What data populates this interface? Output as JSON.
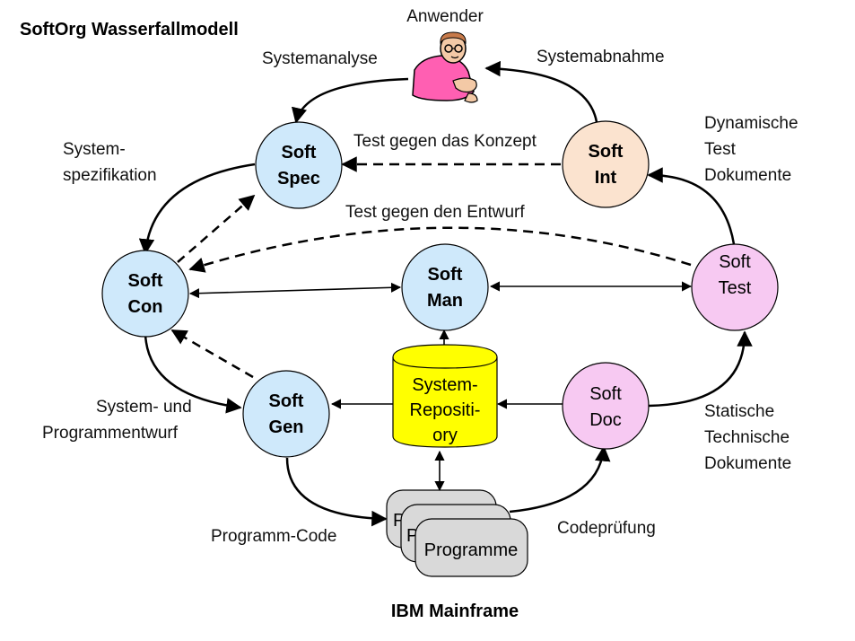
{
  "title": "SoftOrg Wasserfallmodell",
  "footer": "IBM Mainframe",
  "user": {
    "label": "Anwender"
  },
  "nodes": {
    "spec": {
      "line1": "Soft",
      "line2": "Spec",
      "color": "#cfe9fb"
    },
    "int": {
      "line1": "Soft",
      "line2": "Int",
      "color": "#fbe3cf"
    },
    "con": {
      "line1": "Soft",
      "line2": "Con",
      "color": "#cfe9fb"
    },
    "man": {
      "line1": "Soft",
      "line2": "Man",
      "color": "#cfe9fb"
    },
    "test": {
      "line1": "Soft",
      "line2": "Test",
      "color": "#f7c9f2"
    },
    "gen": {
      "line1": "Soft",
      "line2": "Gen",
      "color": "#cfe9fb"
    },
    "doc": {
      "line1": "Soft",
      "line2": "Doc",
      "color": "#f7c9f2"
    }
  },
  "repository": {
    "line1": "System-",
    "line2": "Repositi-",
    "line3": "ory",
    "color": "#ffff00"
  },
  "programs": {
    "back1": "P",
    "back2": "P",
    "front": "Programme",
    "color": "#d9d9d9"
  },
  "labels": {
    "systemanalyse": "Systemanalyse",
    "systemabnahme": "Systemabnahme",
    "test_konzept": "Test gegen das Konzept",
    "test_entwurf": "Test gegen den Entwurf",
    "systemspez_1": "System-",
    "systemspez_2": "spezifikation",
    "dynamisch_1": "Dynamische",
    "dynamisch_2": "Test",
    "dynamisch_3": "Dokumente",
    "entwurf_1": "System- und",
    "entwurf_2": "Programmentwurf",
    "statisch_1": "Statische",
    "statisch_2": "Technische",
    "statisch_3": "Dokumente",
    "programm_code": "Programm-Code",
    "codepruefung": "Codeprüfung"
  }
}
